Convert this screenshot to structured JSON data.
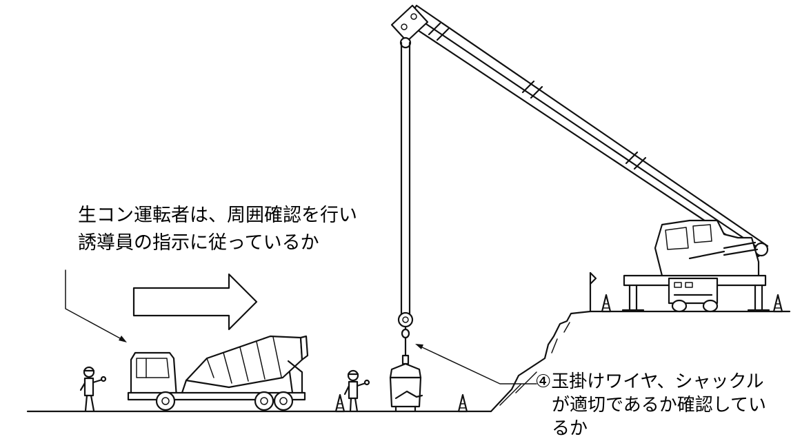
{
  "notes": {
    "driver_check": [
      "生コン運転者は、周囲確認を行い",
      "誘導員の指示に従っているか"
    ],
    "rigging_check": [
      "④玉掛けワイヤ、シャックル",
      "が適切であるか確認してい",
      "るか"
    ]
  },
  "icons": [
    "crane-truck-icon",
    "concrete-mixer-truck-icon",
    "concrete-bucket-icon",
    "worker-icon",
    "traffic-cone-icon",
    "flag-icon",
    "direction-arrow-icon"
  ],
  "colors": {
    "line": "#111111",
    "background": "#ffffff"
  }
}
